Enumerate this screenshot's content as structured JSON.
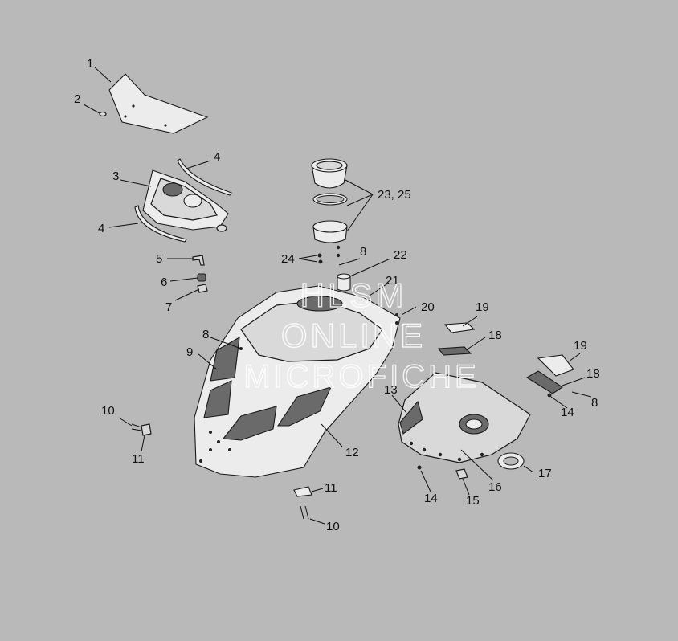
{
  "watermark": {
    "line1": "HLSM",
    "line2": "ONLINE",
    "line3": "MICROFICHE"
  },
  "callouts": {
    "c1": "1",
    "c2": "2",
    "c3": "3",
    "c4a": "4",
    "c4b": "4",
    "c5": "5",
    "c6": "6",
    "c7": "7",
    "c8a": "8",
    "c8b": "8",
    "c8c": "8",
    "c9": "9",
    "c10a": "10",
    "c10b": "10",
    "c11a": "11",
    "c11b": "11",
    "c12": "12",
    "c13": "13",
    "c14a": "14",
    "c14b": "14",
    "c15": "15",
    "c16": "16",
    "c17": "17",
    "c18a": "18",
    "c18b": "18",
    "c19a": "19",
    "c19b": "19",
    "c20": "20",
    "c21": "21",
    "c22": "22",
    "c23_25": "23, 25",
    "c24": "24"
  }
}
